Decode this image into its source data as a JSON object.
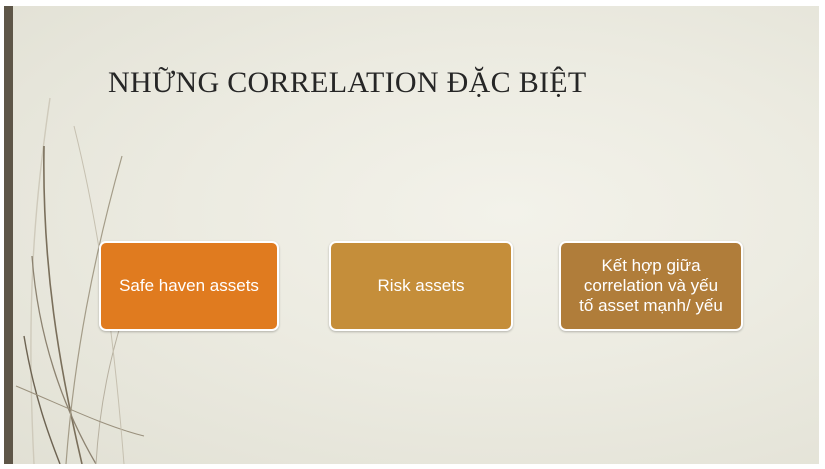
{
  "slide": {
    "title": "NHỮNG CORRELATION ĐẶC BIỆT",
    "boxes": [
      {
        "label": "Safe haven assets",
        "color": "#e07b1f"
      },
      {
        "label": "Risk assets",
        "color": "#c58e3a"
      },
      {
        "lines": [
          "Kết hợp giữa",
          "correlation và yếu",
          "tố asset mạnh/ yếu"
        ],
        "color": "#b07d3a"
      }
    ]
  }
}
